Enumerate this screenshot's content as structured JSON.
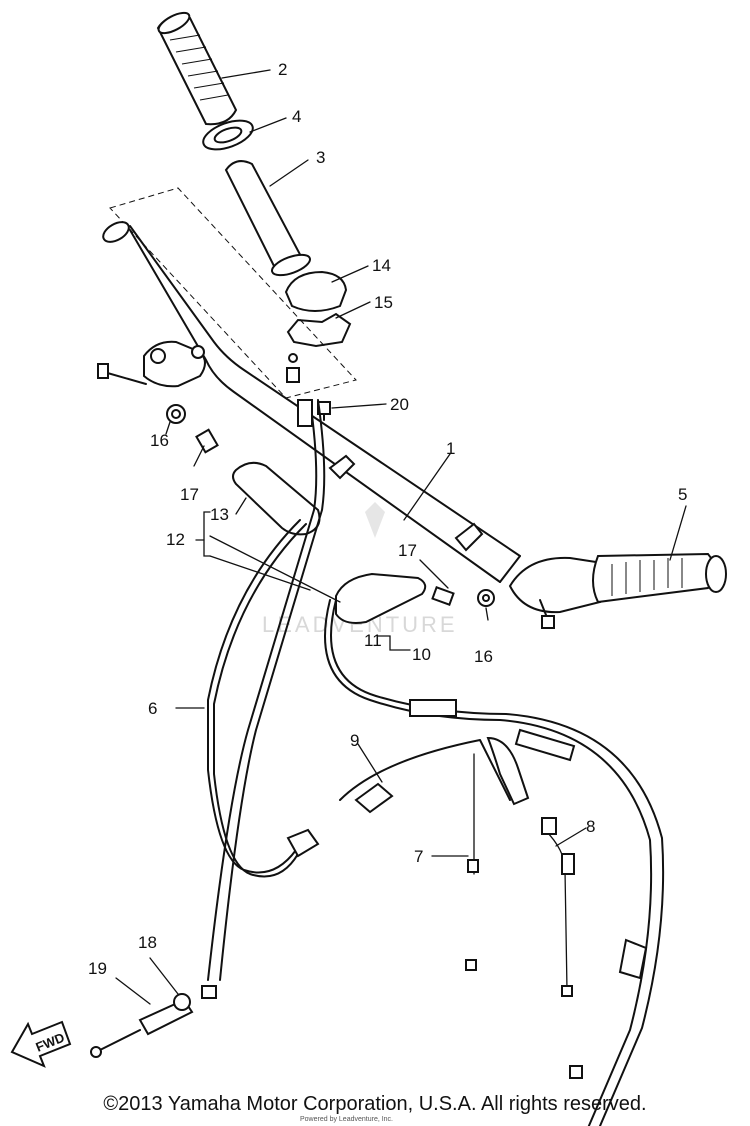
{
  "diagram": {
    "callouts": [
      "1",
      "2",
      "3",
      "4",
      "5",
      "6",
      "7",
      "8",
      "9",
      "10",
      "11",
      "12",
      "13",
      "14",
      "15",
      "16",
      "16",
      "17",
      "17",
      "18",
      "19",
      "20"
    ],
    "fwd_label": "FWD",
    "watermark": "LEADVENTURE"
  },
  "footer": {
    "copyright": "©2013 Yamaha Motor Corporation, U.S.A. All rights reserved.",
    "overlay_credit": "Powered by Leadventure, Inc."
  }
}
